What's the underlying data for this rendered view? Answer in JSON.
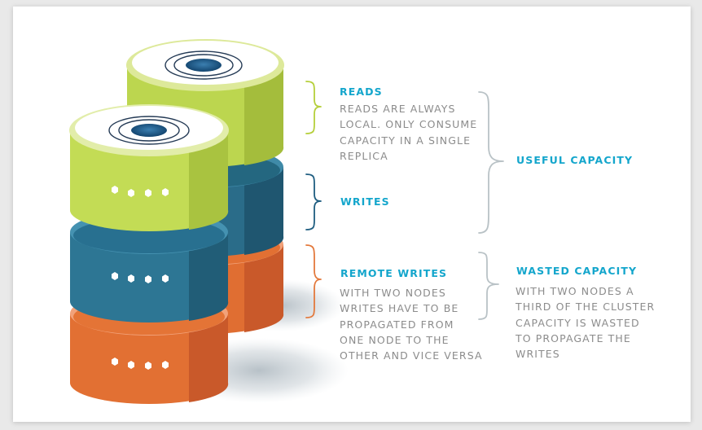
{
  "colors": {
    "reads": "#c3dc55",
    "writes": "#2d7694",
    "remote_writes": "#e97a3d",
    "heading": "#14a6cc",
    "body_text": "#8c8c8c",
    "brace_gray": "#b9c2c6"
  },
  "reads": {
    "title": "READS",
    "description": [
      "READS ARE ALWAYS",
      "LOCAL. ONLY CONSUME",
      "CAPACITY IN A SINGLE",
      "REPLICA"
    ]
  },
  "writes": {
    "title": "WRITES"
  },
  "remote_writes": {
    "title": "REMOTE WRITES",
    "description": [
      "WITH TWO NODES",
      "WRITES HAVE TO BE",
      "PROPAGATED FROM",
      "ONE NODE TO THE",
      "OTHER AND VICE VERSA"
    ]
  },
  "useful_capacity": {
    "title": "USEFUL CAPACITY"
  },
  "wasted_capacity": {
    "title": "WASTED CAPACITY",
    "description": [
      "WITH TWO NODES A",
      "THIRD OF THE CLUSTER",
      "CAPACITY IS WASTED",
      "TO PROPAGATE THE",
      "WRITES"
    ]
  },
  "icons": [
    "database-node-icon",
    "led-dots-icon",
    "curly-brace-icon"
  ]
}
